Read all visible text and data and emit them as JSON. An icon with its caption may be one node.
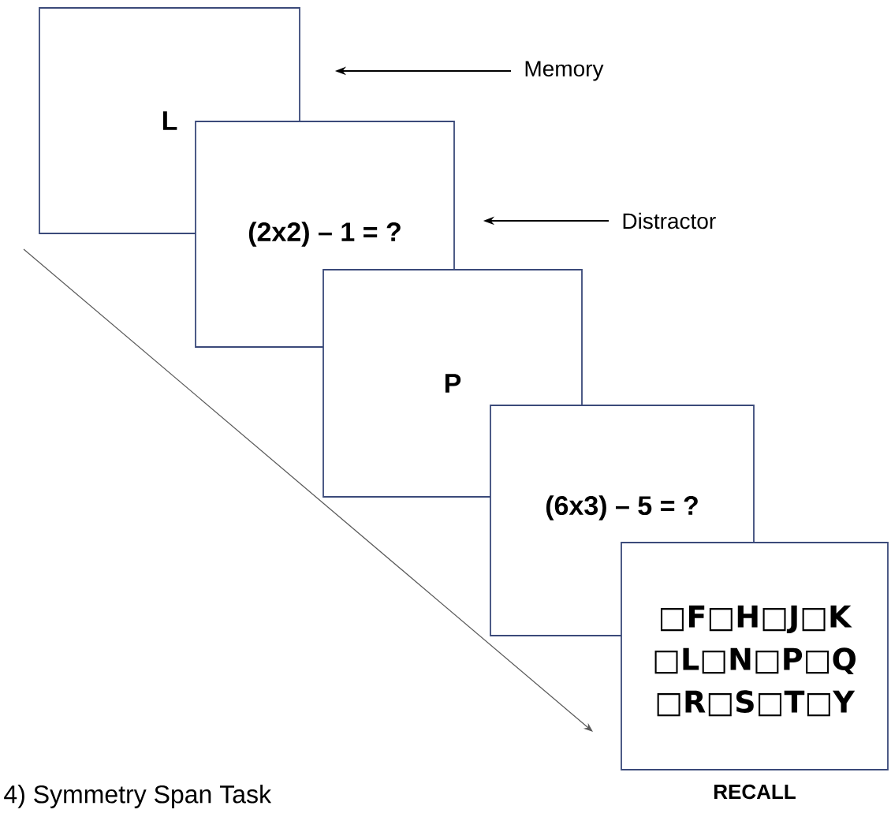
{
  "diagram": {
    "title": "4) Symmetry Span Task",
    "nodes": [
      {
        "text": [
          "L"
        ]
      },
      {
        "text": [
          "(2x2) – 1 = ?"
        ]
      },
      {
        "text": [
          "P"
        ]
      },
      {
        "text": [
          "(6x3) – 5 = ?"
        ]
      },
      {
        "text": [
          "□F□H□J□K",
          "□L□N□P□Q",
          "□R□S□T□Y"
        ],
        "beside": [
          "RECALL"
        ]
      },
      {
        "text": [
          "Memory"
        ]
      },
      {
        "text": [
          "Distractor"
        ]
      }
    ],
    "edges": [
      {
        "from": 5,
        "to": 0,
        "arrow": "to"
      },
      {
        "from": 6,
        "to": 1,
        "arrow": "to"
      }
    ]
  }
}
